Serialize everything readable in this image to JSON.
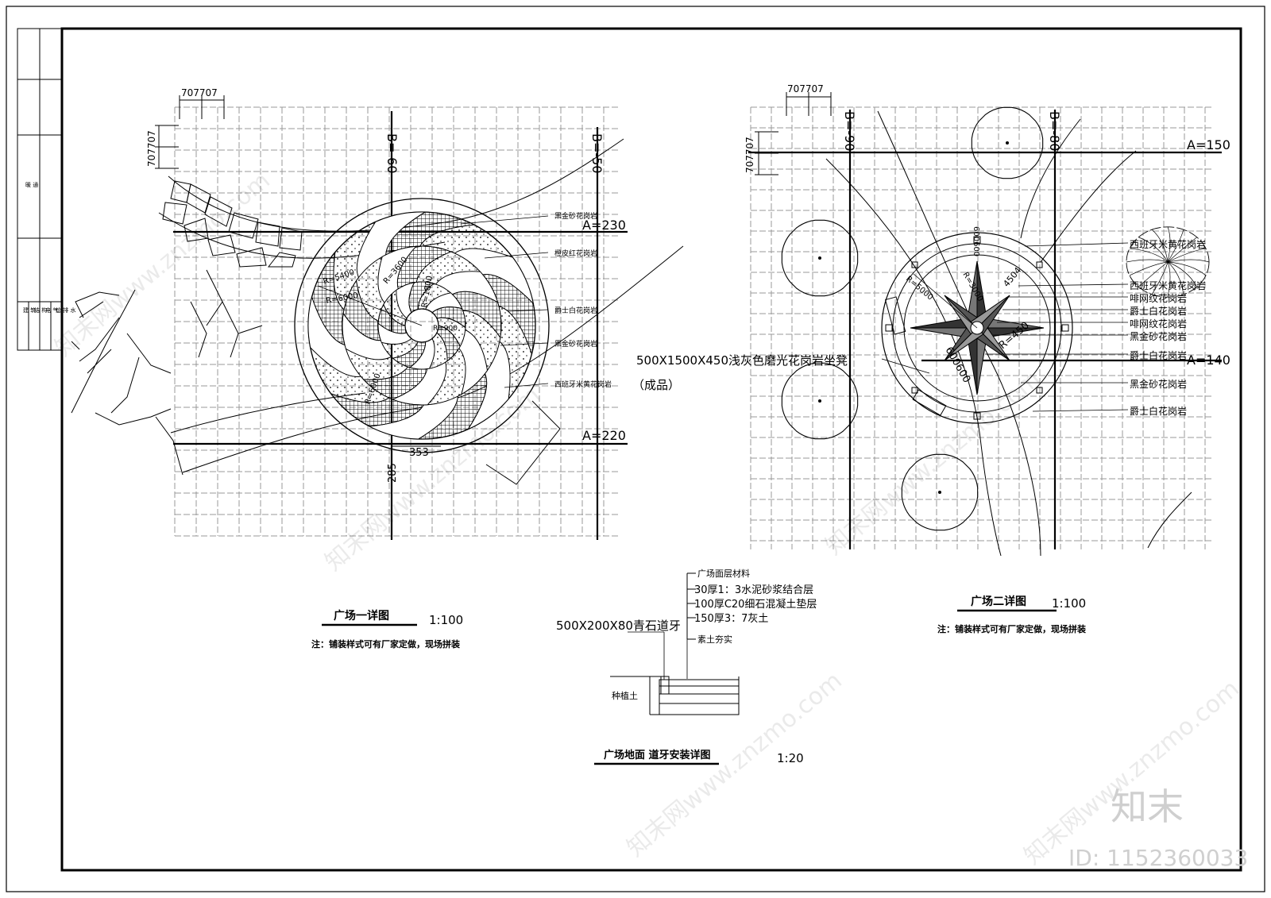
{
  "title_block": {
    "cells": [
      "建\n筑",
      "结\n构",
      "电\n气",
      "给\n排\n水",
      "暖\n通"
    ]
  },
  "plan1": {
    "dims": [
      "707707",
      "707707",
      "353",
      "285"
    ],
    "coords": {
      "b1": "B=-60",
      "b2": "B=-50",
      "a1": "A=230",
      "a2": "A=220"
    },
    "radii": [
      "R=5400",
      "R=6000",
      "R=3600",
      "R=1800",
      "R=900",
      "R=6000"
    ],
    "labels": [
      "黑金砂花岗岩",
      "橙皮红花岗岩",
      "爵士白花岗岩",
      "黑金砂花岗岩",
      "西班牙米黄花岗岩"
    ],
    "title": "广场一详图",
    "scale": "1:100",
    "note": "注：铺装样式可有厂家定做，现场拼装"
  },
  "plan2": {
    "dims": [
      "707707",
      "707707",
      "600600",
      "4504",
      "600600"
    ],
    "coords": {
      "b1": "B=-90",
      "b2": "B=-80",
      "a1": "A=150",
      "a2": "A=140"
    },
    "radii": [
      "R=5000",
      "R=3000",
      "R=450"
    ],
    "labels": [
      "西班牙米黄花岗岩",
      "西班牙米黄花岗岩",
      "啡网纹花岗岩",
      "爵士白花岗岩",
      "啡网纹花岗岩",
      "黑金砂花岗岩",
      "爵士白花岗岩",
      "黑金砂花岗岩",
      "爵士白花岗岩"
    ],
    "bench_label": "500X1500X450浅灰色磨光花岗岩坐凳",
    "bench_sub": "（成品）",
    "title": "广场二详图",
    "scale": "1:100",
    "note": "注：铺装样式可有厂家定做，现场拼装"
  },
  "section": {
    "layers": [
      "广场面层材料",
      "30厚1：3水泥砂浆结合层",
      "100厚C20细石混凝土垫层",
      "150厚3：7灰土",
      "素土夯实"
    ],
    "curb": "500X200X80青石道牙",
    "soil": "种植土",
    "title": "广场地面   道牙安装详图",
    "scale": "1:20"
  },
  "watermark": {
    "logo": "知末",
    "id": "ID: 1152360033",
    "site": "知末网www.znzmo.com"
  }
}
